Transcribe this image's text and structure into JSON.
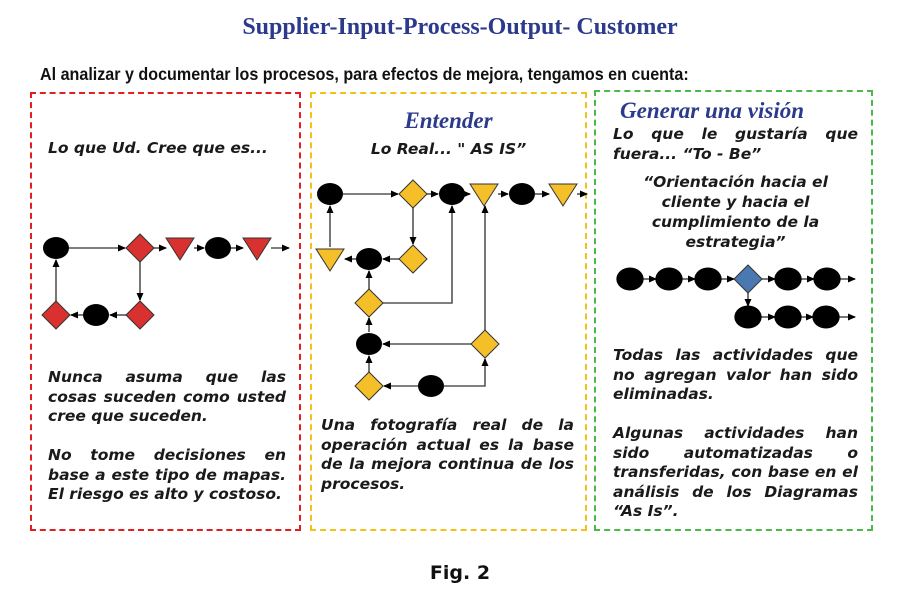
{
  "title": "Supplier-Input-Process-Output- Customer",
  "subtitle": "Al analizar y documentar los procesos, para efectos de mejora, tengamos en cuenta:",
  "colors": {
    "title": "#2b3a8c",
    "red_panel": "#e02020",
    "yellow_panel": "#f2c21b",
    "green_panel": "#4cb84a",
    "red_shape": "#d93030",
    "yellow_shape": "#f5bf2a",
    "blue_shape": "#4a78b0",
    "node": "#000000"
  },
  "panels": [
    {
      "id": "believed",
      "heading": "",
      "caption": "Lo que Ud. Cree que es...",
      "paragraphs": [
        "Nunca asuma que las cosas suceden como usted cree que suceden.",
        "No tome decisiones en base a este tipo de mapas. El riesgo es alto y costoso."
      ]
    },
    {
      "id": "as-is",
      "heading": "Entender",
      "caption": "Lo Real... \" AS IS”",
      "paragraphs": [
        "Una fotografía real de la operación actual es la base de la mejora continua de  los procesos."
      ]
    },
    {
      "id": "to-be",
      "heading": "Generar una visión",
      "caption": "Lo que le gustaría que fuera...  “To - Be”",
      "quote": "“Orientación hacia el cliente y hacia el cumplimiento de la estrategia”",
      "paragraphs": [
        "Todas las actividades que no agregan valor han sido eliminadas.",
        "Algunas actividades han sido automatizadas o transferidas, con base en el análisis de los Diagramas  “As Is”."
      ]
    }
  ],
  "diagrams": {
    "believed": {
      "nodes": [
        {
          "id": "a",
          "shape": "circle",
          "color": "node"
        },
        {
          "id": "b",
          "shape": "diamond",
          "color": "red_shape"
        },
        {
          "id": "c",
          "shape": "triangle",
          "color": "red_shape"
        },
        {
          "id": "d",
          "shape": "circle",
          "color": "node"
        },
        {
          "id": "e",
          "shape": "triangle",
          "color": "red_shape"
        },
        {
          "id": "f",
          "shape": "diamond",
          "color": "red_shape"
        },
        {
          "id": "g",
          "shape": "circle",
          "color": "node"
        },
        {
          "id": "h",
          "shape": "diamond",
          "color": "red_shape"
        }
      ],
      "edges": [
        [
          "a",
          "b"
        ],
        [
          "b",
          "c"
        ],
        [
          "c",
          "d"
        ],
        [
          "d",
          "e"
        ],
        [
          "e",
          "out"
        ],
        [
          "b",
          "f"
        ],
        [
          "f",
          "g"
        ],
        [
          "g",
          "h"
        ],
        [
          "h",
          "a"
        ]
      ]
    },
    "as_is": {
      "nodes": [
        {
          "id": "a",
          "shape": "circle",
          "color": "node"
        },
        {
          "id": "b",
          "shape": "diamond",
          "color": "yellow_shape"
        },
        {
          "id": "c",
          "shape": "circle",
          "color": "node"
        },
        {
          "id": "d",
          "shape": "triangle",
          "color": "yellow_shape"
        },
        {
          "id": "e",
          "shape": "circle",
          "color": "node"
        },
        {
          "id": "f",
          "shape": "triangle",
          "color": "yellow_shape"
        },
        {
          "id": "g",
          "shape": "triangle",
          "color": "yellow_shape"
        },
        {
          "id": "h",
          "shape": "circle",
          "color": "node"
        },
        {
          "id": "i",
          "shape": "diamond",
          "color": "yellow_shape"
        },
        {
          "id": "j",
          "shape": "diamond",
          "color": "yellow_shape"
        },
        {
          "id": "k",
          "shape": "circle",
          "color": "node"
        },
        {
          "id": "l",
          "shape": "diamond",
          "color": "yellow_shape"
        },
        {
          "id": "m",
          "shape": "diamond",
          "color": "yellow_shape"
        },
        {
          "id": "n",
          "shape": "circle",
          "color": "node"
        }
      ]
    },
    "to_be": {
      "nodes": [
        {
          "id": "a",
          "shape": "circle",
          "color": "node"
        },
        {
          "id": "b",
          "shape": "circle",
          "color": "node"
        },
        {
          "id": "c",
          "shape": "circle",
          "color": "node"
        },
        {
          "id": "d",
          "shape": "diamond",
          "color": "blue_shape"
        },
        {
          "id": "e",
          "shape": "circle",
          "color": "node"
        },
        {
          "id": "f",
          "shape": "circle",
          "color": "node"
        },
        {
          "id": "g",
          "shape": "circle",
          "color": "node"
        },
        {
          "id": "h",
          "shape": "circle",
          "color": "node"
        },
        {
          "id": "i",
          "shape": "circle",
          "color": "node"
        }
      ]
    }
  },
  "figure_caption": "Fig. 2"
}
